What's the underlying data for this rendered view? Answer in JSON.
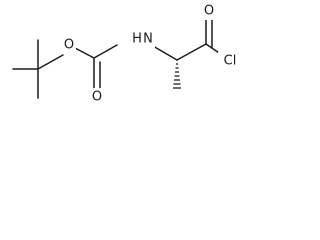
{
  "molecule": {
    "atoms": {
      "oxygen_carbonyl_carbamate": "O",
      "oxygen_ester": "O",
      "nitrogen_hydrogen": "H",
      "nitrogen": "N",
      "oxygen_carbonyl_acyl": "O",
      "chlorine": "Cl"
    },
    "colors": {
      "bond": "#1a1a1a",
      "background": "#ffffff"
    }
  }
}
